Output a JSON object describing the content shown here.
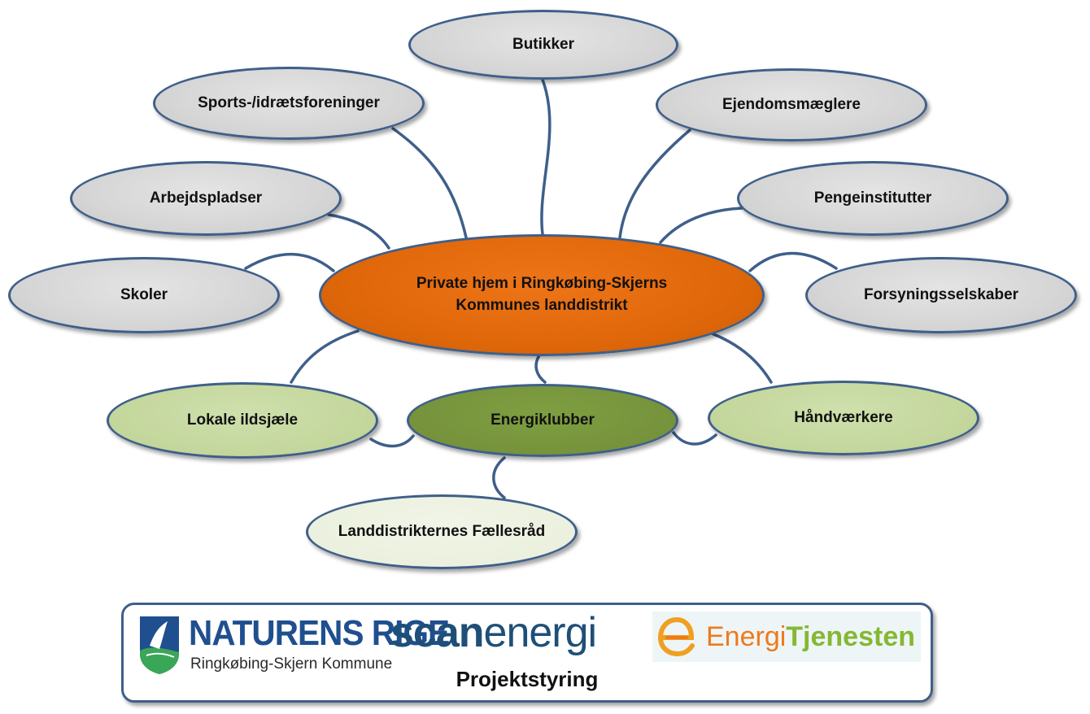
{
  "diagram": {
    "center": "Private hjem i Ringkøbing-Skjerns Kommunes landdistrikt",
    "outer_nodes": {
      "butikker": "Butikker",
      "sports": "Sports-/idrætsforeninger",
      "ejendom": "Ejendomsmæglere",
      "arbejds": "Arbejdspladser",
      "penge": "Pengeinstitutter",
      "skoler": "Skoler",
      "forsyning": "Forsyningsselskaber"
    },
    "green_nodes": {
      "lokale": "Lokale ildsjæle",
      "energiklubber": "Energiklubber",
      "haandvaerkere": "Håndværkere",
      "faellesraad": "Landdistrikternes Fællesråd"
    }
  },
  "footer": {
    "label": "Projektstyring",
    "logos": {
      "naturens_title": "NATURENS RIGE",
      "naturens_sub": "Ringkøbing-Skjern Kommune",
      "scan_bold": "scan",
      "scan_thin": "energi",
      "energi_a": "Energi",
      "energi_b": "Tjenesten"
    }
  },
  "colors": {
    "center": "#e0680a",
    "outer": "#d6d6d6",
    "light_green": "#c3d69b",
    "dark_green": "#76933c",
    "pale_green": "#ebf1de",
    "border": "#3f5f8a"
  }
}
